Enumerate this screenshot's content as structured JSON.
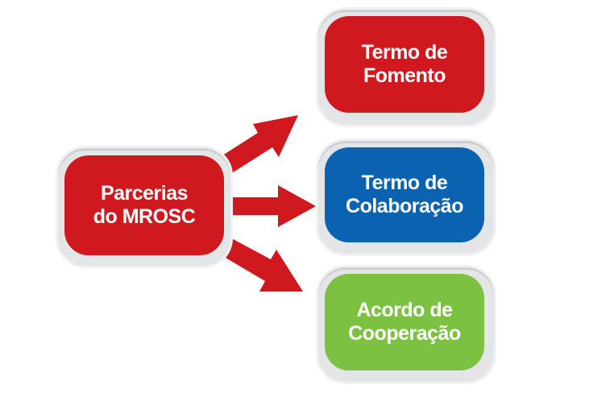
{
  "colors": {
    "red": "#d0181f",
    "blue": "#0a62b0",
    "green": "#7cc142"
  },
  "source": {
    "line1": "Parcerias",
    "line2": "do MROSC"
  },
  "targets": [
    {
      "line1": "Termo de",
      "line2": "Fomento"
    },
    {
      "line1": "Termo de",
      "line2": "Colaboração"
    },
    {
      "line1": "Acordo de",
      "line2": "Cooperação"
    }
  ]
}
